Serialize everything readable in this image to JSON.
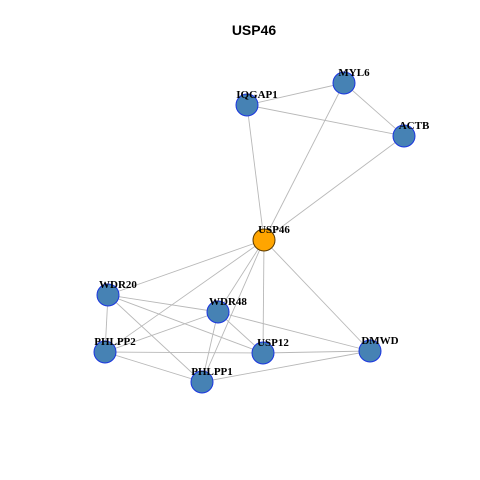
{
  "title": "USP46",
  "colors": {
    "hub_fill": "#FFA500",
    "node_fill": "#4682B4",
    "node_stroke": "#1A35E0",
    "edge": "#B8B8B8"
  },
  "nodes": [
    {
      "id": "USP46",
      "label": "USP46",
      "hub": true
    },
    {
      "id": "IQGAP1",
      "label": "IQGAP1"
    },
    {
      "id": "MYL6",
      "label": "MYL6"
    },
    {
      "id": "ACTB",
      "label": "ACTB"
    },
    {
      "id": "WDR20",
      "label": "WDR20"
    },
    {
      "id": "WDR48",
      "label": "WDR48"
    },
    {
      "id": "PHLPP2",
      "label": "PHLPP2"
    },
    {
      "id": "USP12",
      "label": "USP12"
    },
    {
      "id": "DMWD",
      "label": "DMWD"
    },
    {
      "id": "PHLPP1",
      "label": "PHLPP1"
    }
  ],
  "edges": [
    [
      "IQGAP1",
      "MYL6"
    ],
    [
      "IQGAP1",
      "ACTB"
    ],
    [
      "MYL6",
      "ACTB"
    ],
    [
      "IQGAP1",
      "USP46"
    ],
    [
      "MYL6",
      "USP46"
    ],
    [
      "ACTB",
      "USP46"
    ],
    [
      "USP46",
      "WDR20"
    ],
    [
      "USP46",
      "WDR48"
    ],
    [
      "USP46",
      "PHLPP2"
    ],
    [
      "USP46",
      "USP12"
    ],
    [
      "USP46",
      "DMWD"
    ],
    [
      "USP46",
      "PHLPP1"
    ],
    [
      "WDR20",
      "WDR48"
    ],
    [
      "WDR20",
      "PHLPP2"
    ],
    [
      "WDR20",
      "USP12"
    ],
    [
      "WDR20",
      "PHLPP1"
    ],
    [
      "WDR48",
      "PHLPP2"
    ],
    [
      "WDR48",
      "USP12"
    ],
    [
      "WDR48",
      "DMWD"
    ],
    [
      "WDR48",
      "PHLPP1"
    ],
    [
      "PHLPP2",
      "USP12"
    ],
    [
      "PHLPP2",
      "PHLPP1"
    ],
    [
      "USP12",
      "DMWD"
    ],
    [
      "PHLPP1",
      "DMWD"
    ]
  ]
}
